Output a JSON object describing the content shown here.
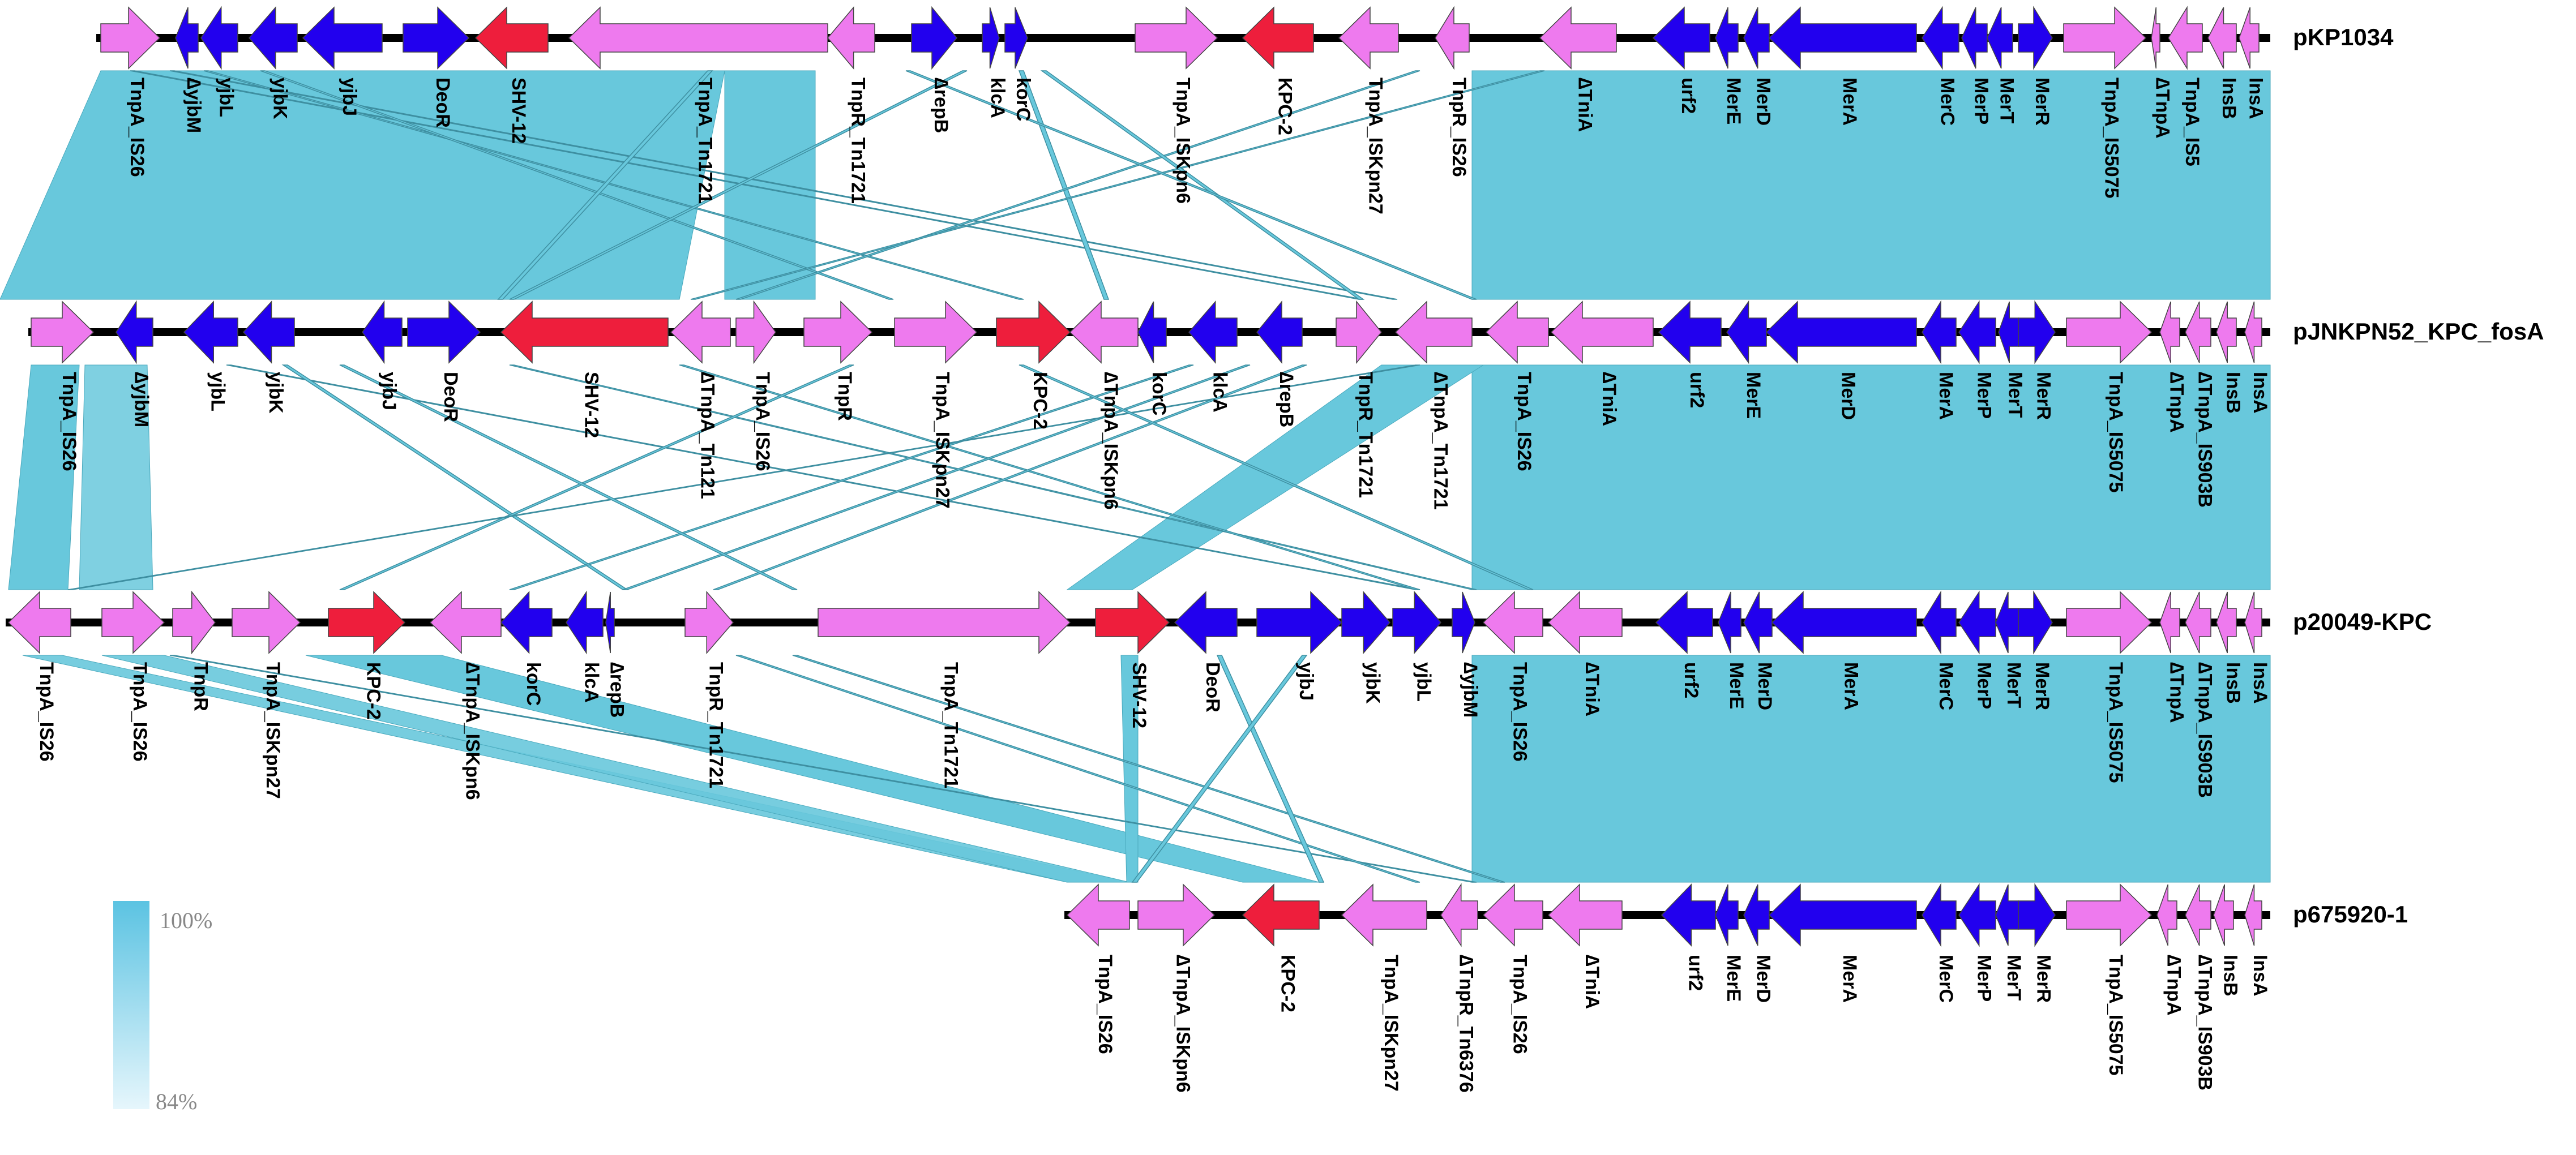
{
  "colors": {
    "transposase": "#EE7AEE",
    "functional": "#2200EE",
    "resistance": "#EE1E3C",
    "homology": "#68C8DC",
    "backbone": "#000000",
    "label": "#000000"
  },
  "identity_legend": {
    "max_label": "100%",
    "min_label": "84%"
  },
  "tracks": [
    {
      "name": "pKP1034",
      "genes": [
        {
          "label": "TnpA_IS26",
          "type": "transposase",
          "strand": 1
        },
        {
          "label": "∆yjbM",
          "type": "functional",
          "strand": -1
        },
        {
          "label": "yjbL",
          "type": "functional",
          "strand": -1
        },
        {
          "label": "yjbK",
          "type": "functional",
          "strand": -1
        },
        {
          "label": "yjbJ",
          "type": "functional",
          "strand": -1
        },
        {
          "label": "DeoR",
          "type": "functional",
          "strand": 1
        },
        {
          "label": "SHV-12",
          "type": "resistance",
          "strand": -1
        },
        {
          "label": "TnpA_Tn1721",
          "type": "transposase",
          "strand": -1
        },
        {
          "label": "TnpR_Tn1721",
          "type": "transposase",
          "strand": -1
        },
        {
          "label": "∆repB",
          "type": "functional",
          "strand": 1
        },
        {
          "label": "klcA",
          "type": "functional",
          "strand": 1
        },
        {
          "label": "korC",
          "type": "functional",
          "strand": 1
        },
        {
          "label": "TnpA_ISKpn6",
          "type": "transposase",
          "strand": 1
        },
        {
          "label": "KPC-2",
          "type": "resistance",
          "strand": -1
        },
        {
          "label": "TnpA_ISKpn27",
          "type": "transposase",
          "strand": -1
        },
        {
          "label": "TnpR_IS26",
          "type": "transposase",
          "strand": -1
        },
        {
          "label": "∆TniA",
          "type": "transposase",
          "strand": -1
        },
        {
          "label": "urf2",
          "type": "functional",
          "strand": -1
        },
        {
          "label": "MerE",
          "type": "functional",
          "strand": -1
        },
        {
          "label": "MerD",
          "type": "functional",
          "strand": -1
        },
        {
          "label": "MerA",
          "type": "functional",
          "strand": -1
        },
        {
          "label": "MerC",
          "type": "functional",
          "strand": -1
        },
        {
          "label": "MerP",
          "type": "functional",
          "strand": -1
        },
        {
          "label": "MerT",
          "type": "functional",
          "strand": -1
        },
        {
          "label": "MerR",
          "type": "functional",
          "strand": 1
        },
        {
          "label": "TnpA_IS5075",
          "type": "transposase",
          "strand": 1
        },
        {
          "label": "∆TnpA",
          "type": "transposase",
          "strand": -1
        },
        {
          "label": "TnpA_IS5",
          "type": "transposase",
          "strand": -1
        },
        {
          "label": "InsB",
          "type": "transposase",
          "strand": -1
        },
        {
          "label": "InsA",
          "type": "transposase",
          "strand": -1
        }
      ]
    },
    {
      "name": "pJNKPN52_KPC_fosA",
      "genes": [
        {
          "label": "TnpA_IS26",
          "type": "transposase",
          "strand": 1
        },
        {
          "label": "∆yjbM",
          "type": "functional",
          "strand": -1
        },
        {
          "label": "yjbL",
          "type": "functional",
          "strand": -1
        },
        {
          "label": "yjbK",
          "type": "functional",
          "strand": -1
        },
        {
          "label": "yjbJ",
          "type": "functional",
          "strand": -1
        },
        {
          "label": "DeoR",
          "type": "functional",
          "strand": 1
        },
        {
          "label": "SHV-12",
          "type": "resistance",
          "strand": -1
        },
        {
          "label": "∆TnpA_Tn121",
          "type": "transposase",
          "strand": -1
        },
        {
          "label": "TnpA_IS26",
          "type": "transposase",
          "strand": 1
        },
        {
          "label": "TnpR",
          "type": "transposase",
          "strand": 1
        },
        {
          "label": "TnpA_ISKpn27",
          "type": "transposase",
          "strand": 1
        },
        {
          "label": "KPC-2",
          "type": "resistance",
          "strand": 1
        },
        {
          "label": "∆TnpA_ISKpn6",
          "type": "transposase",
          "strand": -1
        },
        {
          "label": "korC",
          "type": "functional",
          "strand": -1
        },
        {
          "label": "klcA",
          "type": "functional",
          "strand": -1
        },
        {
          "label": "∆repB",
          "type": "functional",
          "strand": -1
        },
        {
          "label": "TnpR_Tn1721",
          "type": "transposase",
          "strand": 1
        },
        {
          "label": "∆TnpA_Tn1721",
          "type": "transposase",
          "strand": -1
        },
        {
          "label": "TnpA_IS26",
          "type": "transposase",
          "strand": -1
        },
        {
          "label": "∆TniA",
          "type": "transposase",
          "strand": -1
        },
        {
          "label": "urf2",
          "type": "functional",
          "strand": -1
        },
        {
          "label": "MerE",
          "type": "functional",
          "strand": -1
        },
        {
          "label": "MerD",
          "type": "functional",
          "strand": -1
        },
        {
          "label": "MerA",
          "type": "functional",
          "strand": -1
        },
        {
          "label": "MerP",
          "type": "functional",
          "strand": -1
        },
        {
          "label": "MerT",
          "type": "functional",
          "strand": -1
        },
        {
          "label": "MerR",
          "type": "functional",
          "strand": 1
        },
        {
          "label": "TnpA_IS5075",
          "type": "transposase",
          "strand": 1
        },
        {
          "label": "∆TnpA",
          "type": "transposase",
          "strand": -1
        },
        {
          "label": "∆TnpA_IS903B",
          "type": "transposase",
          "strand": -1
        },
        {
          "label": "InsB",
          "type": "transposase",
          "strand": -1
        },
        {
          "label": "InsA",
          "type": "transposase",
          "strand": -1
        }
      ]
    },
    {
      "name": "p20049-KPC",
      "genes": [
        {
          "label": "TnpA_IS26",
          "type": "transposase",
          "strand": -1
        },
        {
          "label": "TnpA_IS26",
          "type": "transposase",
          "strand": 1
        },
        {
          "label": "TnpR",
          "type": "transposase",
          "strand": 1
        },
        {
          "label": "TnpA_ISKpn27",
          "type": "transposase",
          "strand": 1
        },
        {
          "label": "KPC-2",
          "type": "resistance",
          "strand": 1
        },
        {
          "label": "∆TnpA_ISKpn6",
          "type": "transposase",
          "strand": -1
        },
        {
          "label": "korC",
          "type": "functional",
          "strand": -1
        },
        {
          "label": "klcA",
          "type": "functional",
          "strand": -1
        },
        {
          "label": "∆repB",
          "type": "functional",
          "strand": -1
        },
        {
          "label": "TnpR_Tn1721",
          "type": "transposase",
          "strand": 1
        },
        {
          "label": "TnpA_Tn1721",
          "type": "transposase",
          "strand": 1
        },
        {
          "label": "SHV-12",
          "type": "resistance",
          "strand": 1
        },
        {
          "label": "DeoR",
          "type": "functional",
          "strand": -1
        },
        {
          "label": "yjbJ",
          "type": "functional",
          "strand": 1
        },
        {
          "label": "yjbK",
          "type": "functional",
          "strand": 1
        },
        {
          "label": "yjbL",
          "type": "functional",
          "strand": 1
        },
        {
          "label": "∆yjbM",
          "type": "functional",
          "strand": 1
        },
        {
          "label": "TnpA_IS26",
          "type": "transposase",
          "strand": -1
        },
        {
          "label": "∆TniA",
          "type": "transposase",
          "strand": -1
        },
        {
          "label": "urf2",
          "type": "functional",
          "strand": -1
        },
        {
          "label": "MerE",
          "type": "functional",
          "strand": -1
        },
        {
          "label": "MerD",
          "type": "functional",
          "strand": -1
        },
        {
          "label": "MerA",
          "type": "functional",
          "strand": -1
        },
        {
          "label": "MerC",
          "type": "functional",
          "strand": -1
        },
        {
          "label": "MerP",
          "type": "functional",
          "strand": -1
        },
        {
          "label": "MerT",
          "type": "functional",
          "strand": -1
        },
        {
          "label": "MerR",
          "type": "functional",
          "strand": 1
        },
        {
          "label": "TnpA_IS5075",
          "type": "transposase",
          "strand": 1
        },
        {
          "label": "∆TnpA",
          "type": "transposase",
          "strand": -1
        },
        {
          "label": "∆TnpA_IS903B",
          "type": "transposase",
          "strand": -1
        },
        {
          "label": "InsB",
          "type": "transposase",
          "strand": -1
        },
        {
          "label": "InsA",
          "type": "transposase",
          "strand": -1
        }
      ]
    },
    {
      "name": "p675920-1",
      "genes": [
        {
          "label": "TnpA_IS26",
          "type": "transposase",
          "strand": -1
        },
        {
          "label": "∆TnpA_ISKpn6",
          "type": "transposase",
          "strand": 1
        },
        {
          "label": "KPC-2",
          "type": "resistance",
          "strand": -1
        },
        {
          "label": "TnpA_ISKpn27",
          "type": "transposase",
          "strand": -1
        },
        {
          "label": "∆TnpR_Tn6376",
          "type": "transposase",
          "strand": -1
        },
        {
          "label": "TnpA_IS26",
          "type": "transposase",
          "strand": -1
        },
        {
          "label": "∆TniA",
          "type": "transposase",
          "strand": -1
        },
        {
          "label": "urf2",
          "type": "functional",
          "strand": -1
        },
        {
          "label": "MerE",
          "type": "functional",
          "strand": -1
        },
        {
          "label": "MerD",
          "type": "functional",
          "strand": -1
        },
        {
          "label": "MerA",
          "type": "functional",
          "strand": -1
        },
        {
          "label": "MerC",
          "type": "functional",
          "strand": -1
        },
        {
          "label": "MerP",
          "type": "functional",
          "strand": -1
        },
        {
          "label": "MerT",
          "type": "functional",
          "strand": -1
        },
        {
          "label": "MerR",
          "type": "functional",
          "strand": 1
        },
        {
          "label": "TnpA_IS5075",
          "type": "transposase",
          "strand": 1
        },
        {
          "label": "∆TnpA",
          "type": "transposase",
          "strand": -1
        },
        {
          "label": "∆TnpA_IS903B",
          "type": "transposase",
          "strand": -1
        },
        {
          "label": "InsB",
          "type": "transposase",
          "strand": -1
        },
        {
          "label": "InsA",
          "type": "transposase",
          "strand": -1
        }
      ]
    }
  ]
}
